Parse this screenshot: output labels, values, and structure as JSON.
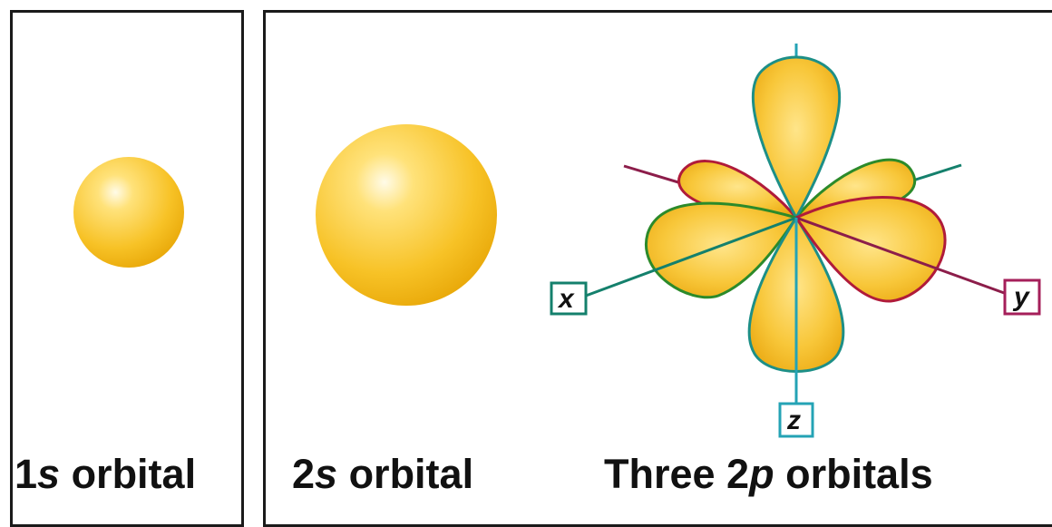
{
  "captions": {
    "s1": {
      "num": "1",
      "sub": "s",
      "rest": " orbital"
    },
    "s2": {
      "num": "2",
      "sub": "s",
      "rest": " orbital"
    },
    "p2": {
      "pre": "Three 2",
      "sub": "p",
      "rest": " orbitals"
    }
  },
  "axes": {
    "x": "x",
    "y": "y",
    "z": "z"
  },
  "colors": {
    "orbital": "#f5bf1c",
    "orbital_light": "#fff3c4",
    "x_axis": "#14806c",
    "y_axis": "#8c1d4a",
    "z_axis": "#24a3b5"
  }
}
